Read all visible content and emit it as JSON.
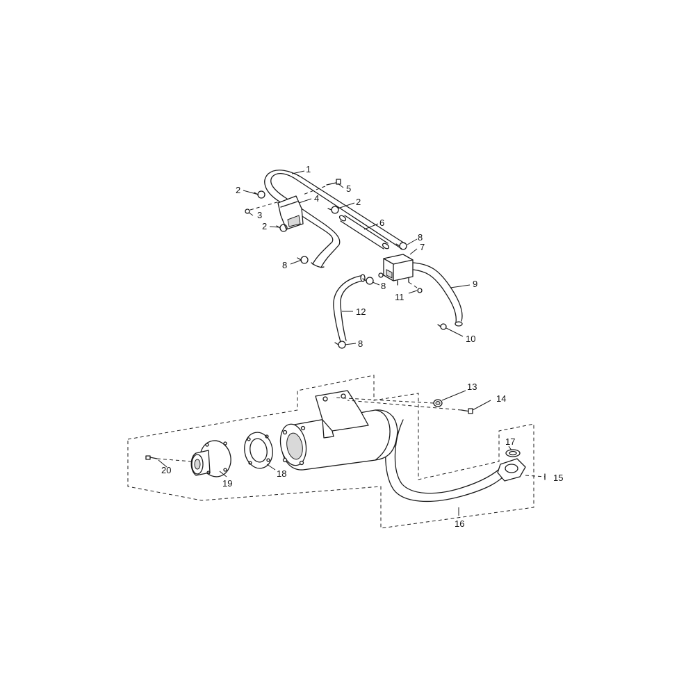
{
  "diagram": {
    "type": "exploded-parts-diagram",
    "callouts": [
      "1",
      "2",
      "3",
      "4",
      "5",
      "2",
      "2",
      "6",
      "7",
      "8",
      "8",
      "8",
      "9",
      "10",
      "11",
      "12",
      "8",
      "13",
      "14",
      "15",
      "16",
      "17",
      "18",
      "19",
      "20"
    ]
  }
}
